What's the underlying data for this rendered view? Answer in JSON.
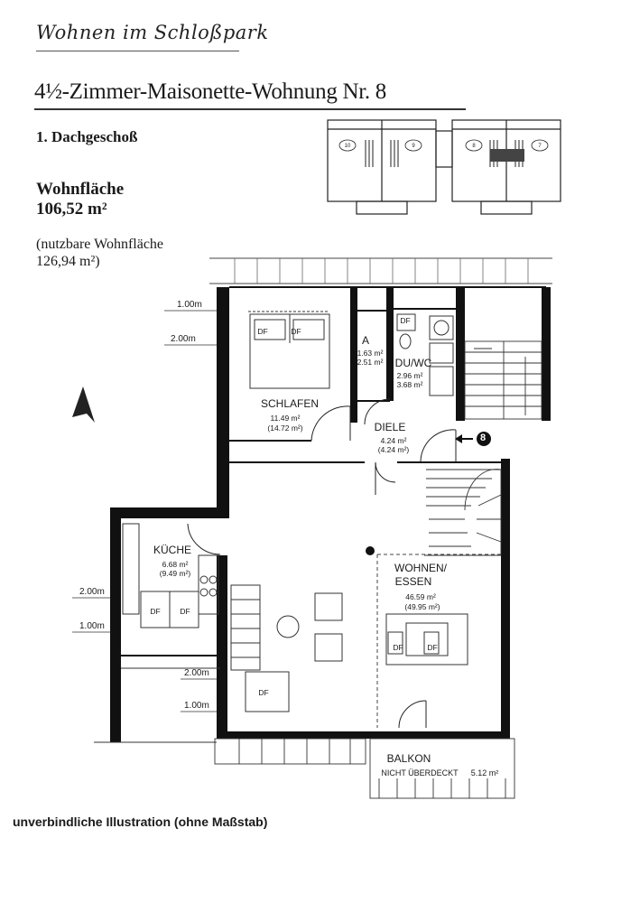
{
  "brand": "Wohnen im Schloßpark",
  "title": "4½-Zimmer-Maisonette-Wohnung Nr. 8",
  "floor": "1. Dachgeschoß",
  "living_area_label": "Wohnfläche",
  "living_area_value": "106,52 m²",
  "usable_area_note": "(nutzbare Wohnfläche 126,94 m²)",
  "rooms": {
    "schlafen": {
      "label": "SCHLAFEN",
      "area": "11.49 m²",
      "area_usable": "(14.72 m²)"
    },
    "abstell": {
      "label": "A",
      "area": "1.63 m²",
      "area_usable": "2.51 m²"
    },
    "duwc": {
      "label": "DU/WC",
      "area": "2.96 m²",
      "area_usable": "3.68 m²"
    },
    "diele": {
      "label": "DIELE",
      "area": "4.24 m²",
      "area_usable": "(4.24 m²)"
    },
    "kueche": {
      "label": "KÜCHE",
      "area": "6.68 m²",
      "area_usable": "(9.49 m²)"
    },
    "wohnen": {
      "label": "WOHNEN/",
      "label2": "ESSEN",
      "area": "46.59 m²",
      "area_usable": "(49.95 m²)"
    },
    "balkon": {
      "label": "BALKON",
      "note": "NICHT ÜBERDECKT",
      "area": "5.12 m²"
    }
  },
  "dimensions": [
    "1.00m",
    "2.00m",
    "2.00m",
    "1.00m",
    "2.00m",
    "1.00m"
  ],
  "entrance_number": "8",
  "key_plan_units": [
    "10",
    "9",
    "8",
    "7"
  ],
  "df_label": "DF",
  "disclaimer": "unverbindliche Illustration (ohne Maßstab)"
}
